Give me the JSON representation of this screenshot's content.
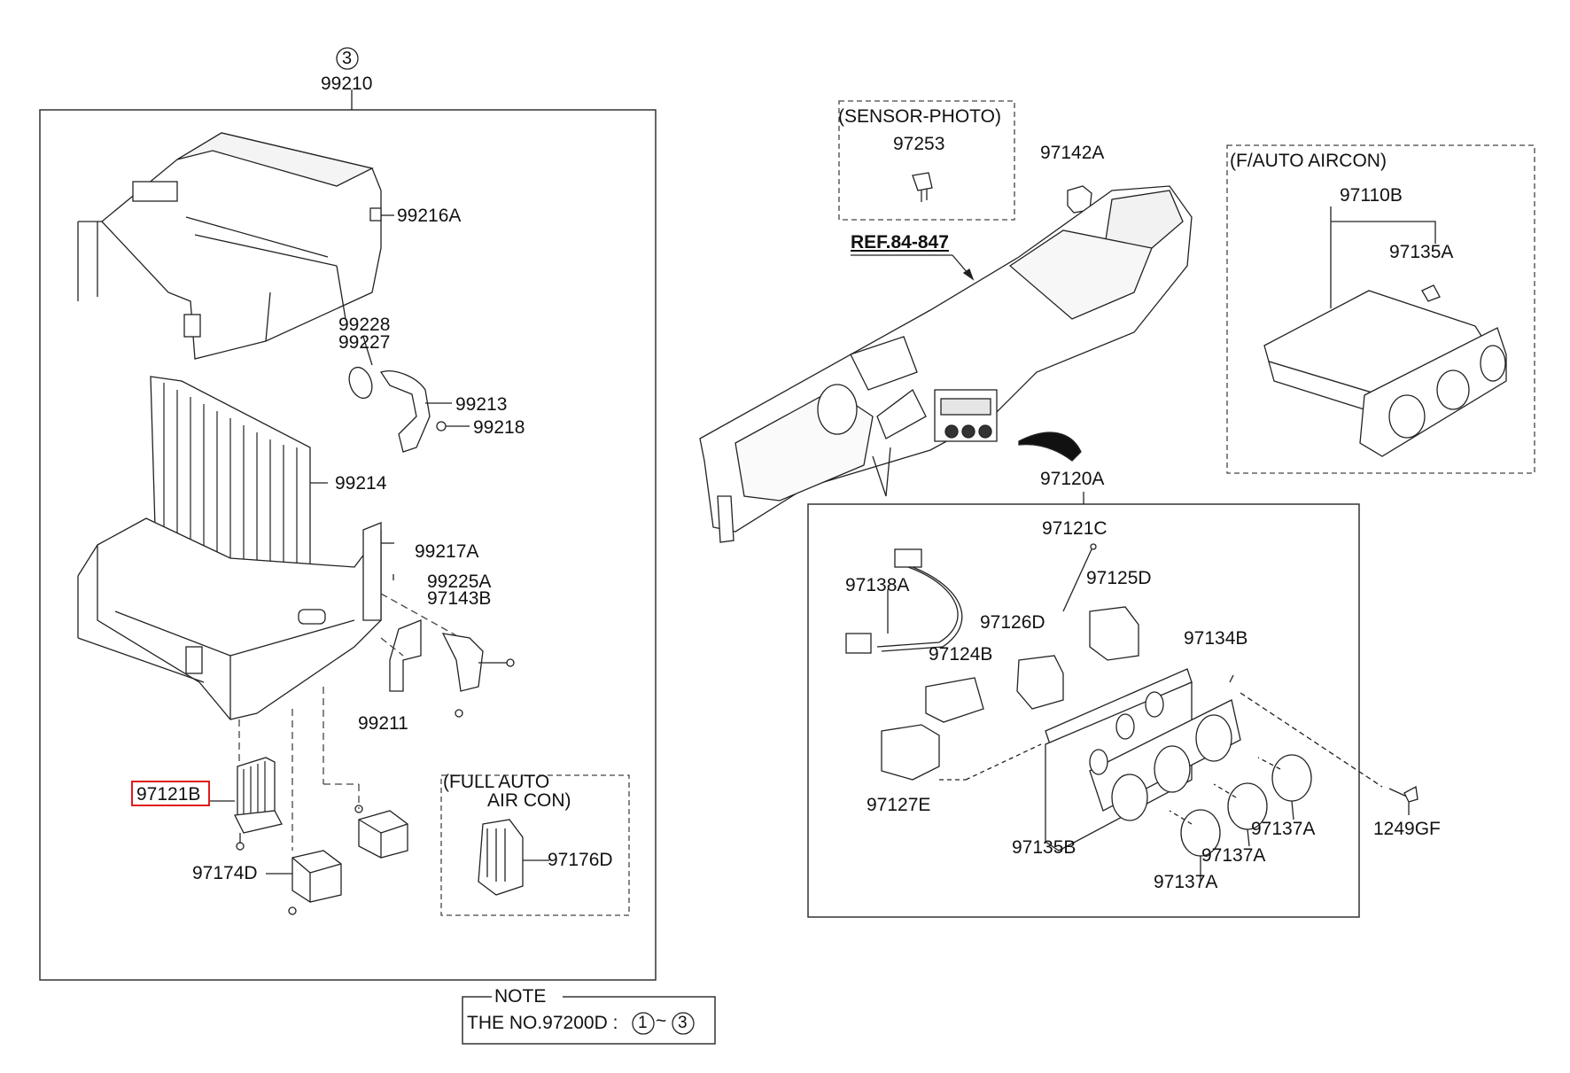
{
  "highlight_color": "#e21b1b",
  "callout_circle": "3",
  "labels": {
    "assy_99210": "99210",
    "p99216A": "99216A",
    "p99228": "99228",
    "p99227": "99227",
    "p99213": "99213",
    "p99218": "99218",
    "p99214": "99214",
    "p99217A": "99217A",
    "p99225A": "99225A",
    "p97143B": "97143B",
    "p99211": "99211",
    "p97121B": "97121B",
    "p97174D": "97174D",
    "full_auto_line1": "(FULL AUTO",
    "full_auto_line2": "AIR CON)",
    "p97176D": "97176D",
    "sensor_photo": "(SENSOR-PHOTO)",
    "p97253": "97253",
    "p97142A": "97142A",
    "ref": "REF.84-847",
    "f_auto_aircon": "(F/AUTO AIRCON)",
    "p97110B": "97110B",
    "p97135A": "97135A",
    "p97120A": "97120A",
    "p97121C": "97121C",
    "p97138A": "97138A",
    "p97125D": "97125D",
    "p97126D": "97126D",
    "p97124B": "97124B",
    "p97134B": "97134B",
    "p97127E": "97127E",
    "p97135B": "97135B",
    "p97137A_1": "97137A",
    "p97137A_2": "97137A",
    "p97137A_3": "97137A",
    "p1249GF": "1249GF"
  },
  "note": {
    "title": "NOTE",
    "text": "THE NO.97200D :",
    "circle_from": "1",
    "tilde": "~",
    "circle_to": "3"
  }
}
